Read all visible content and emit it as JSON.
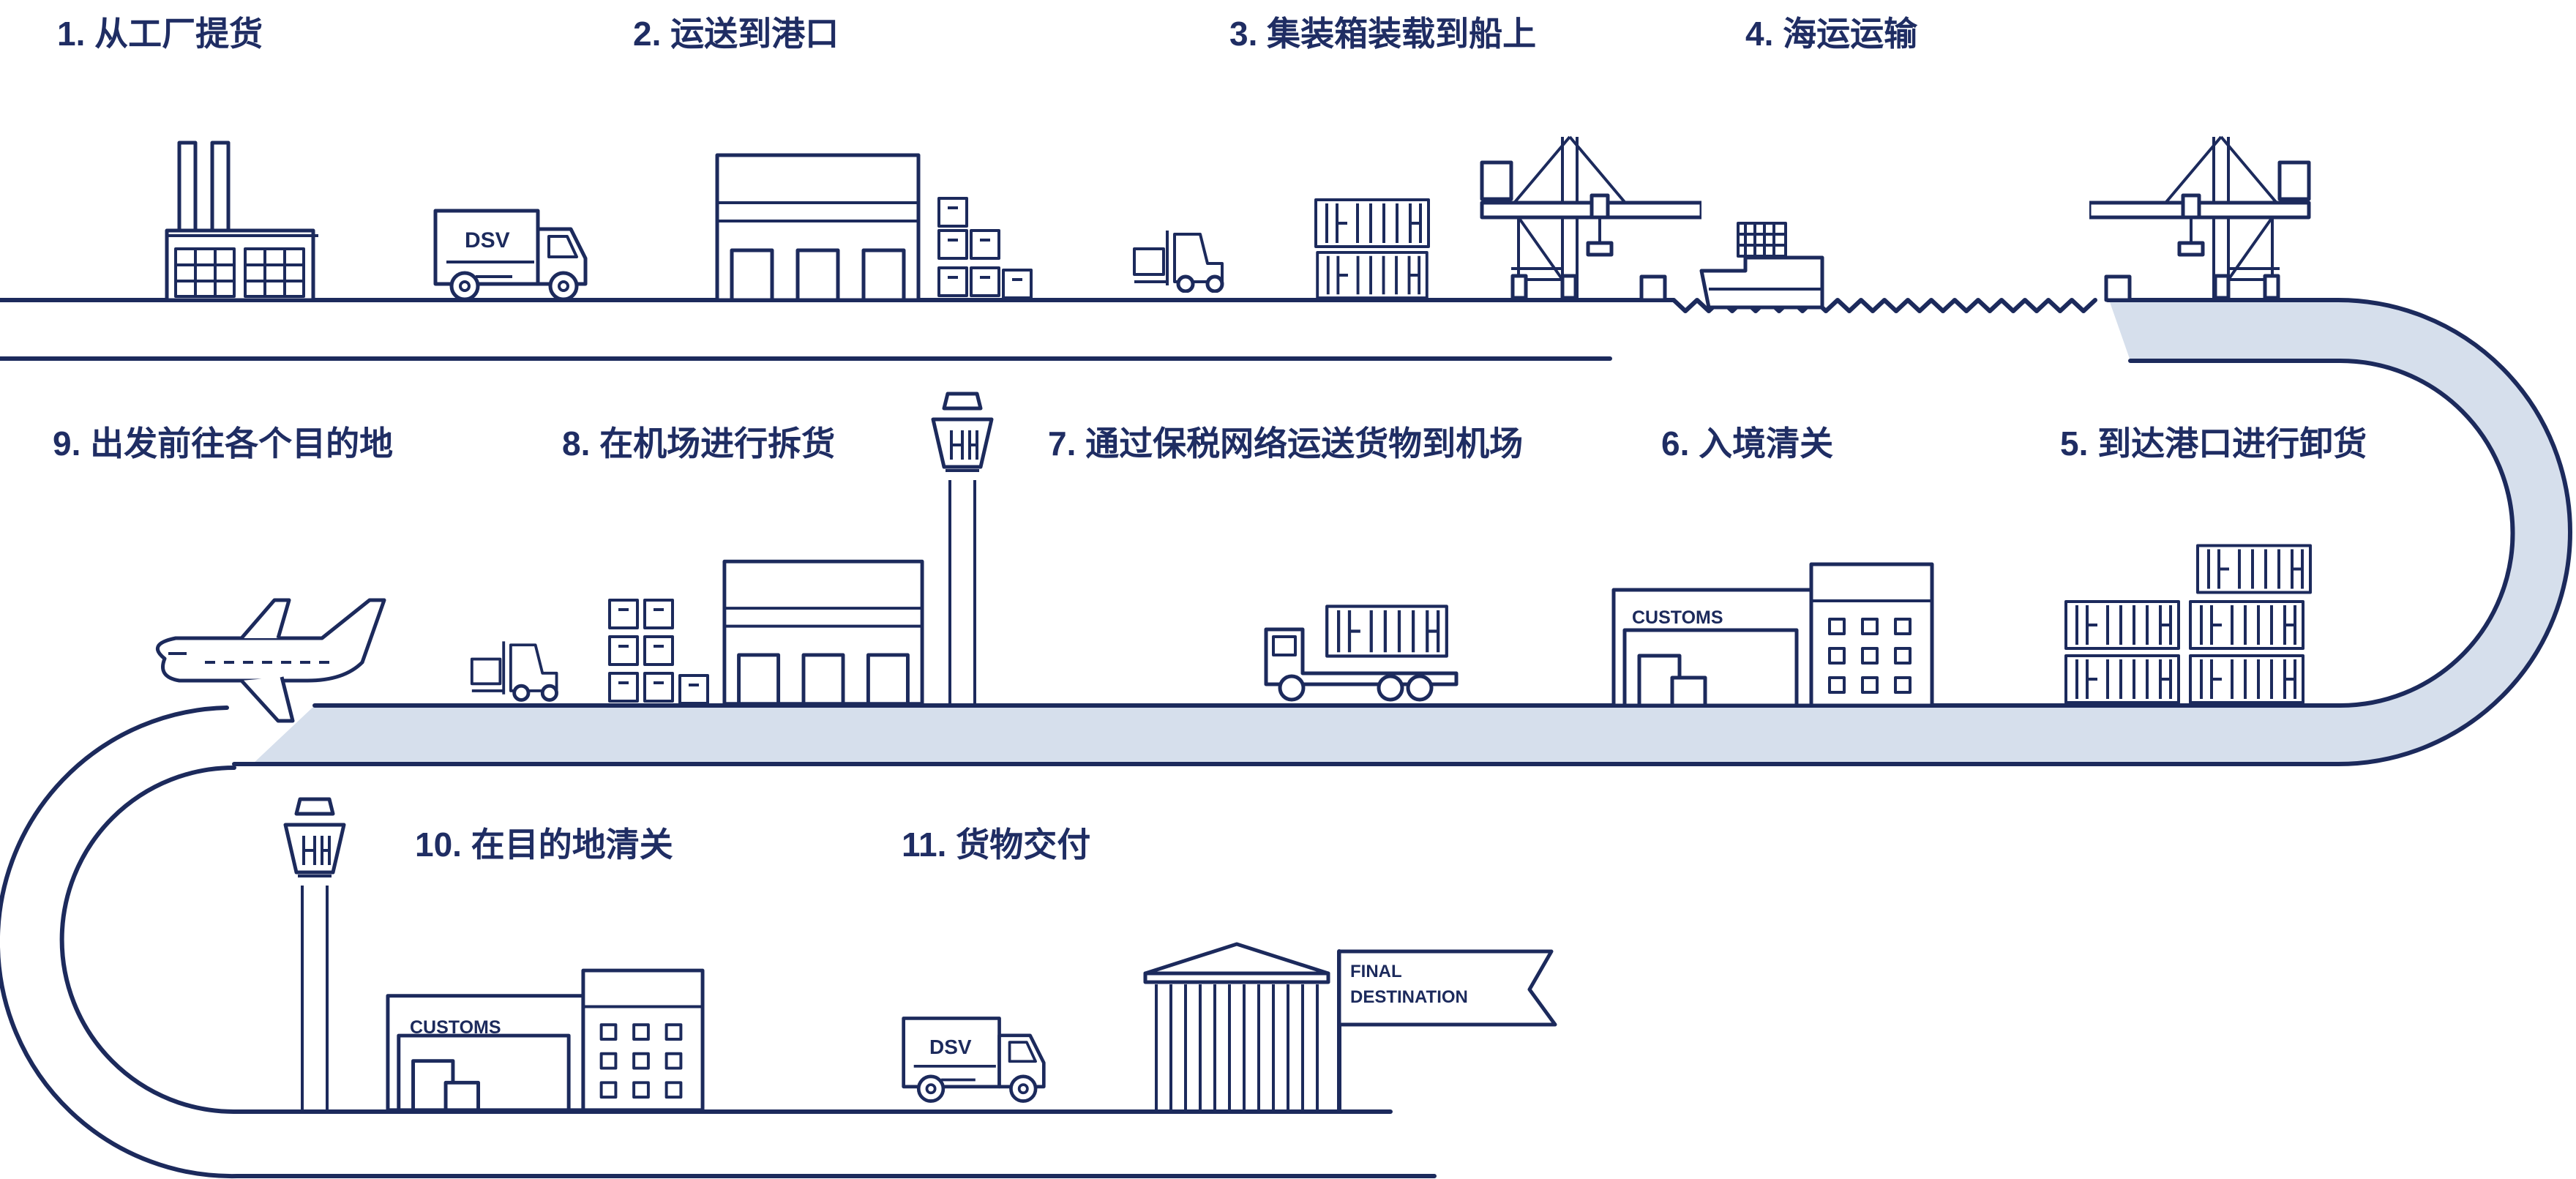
{
  "colors": {
    "line": "#1c2a5c",
    "label": "#1f2d63",
    "road_fill": "#d6dfec",
    "background": "#ffffff"
  },
  "steps": [
    {
      "label": "1. 从工厂提货",
      "icon": "factory-icon"
    },
    {
      "label": "2. 运送到港口",
      "icon": "warehouse-icon"
    },
    {
      "label": "3. 集装箱装载到船上",
      "icon": "crane-icon"
    },
    {
      "label": "4. 海运运输",
      "icon": "ship-icon"
    },
    {
      "label": "5. 到达港口进行卸货",
      "icon": "containers-icon"
    },
    {
      "label": "6. 入境清关",
      "icon": "customs-icon"
    },
    {
      "label": "7. 通过保税网络运送货物到机场",
      "icon": "container-truck-icon"
    },
    {
      "label": "8. 在机场进行拆货",
      "icon": "control-tower-icon"
    },
    {
      "label": "9. 出发前往各个目的地",
      "icon": "airplane-icon"
    },
    {
      "label": "10. 在目的地清关",
      "icon": "customs-icon"
    },
    {
      "label": "11. 货物交付",
      "icon": "delivery-truck-icon"
    }
  ],
  "signs": {
    "truck_brand": "DSV",
    "customs": "CUSTOMS",
    "final_line1": "FINAL",
    "final_line2": "DESTINATION"
  }
}
